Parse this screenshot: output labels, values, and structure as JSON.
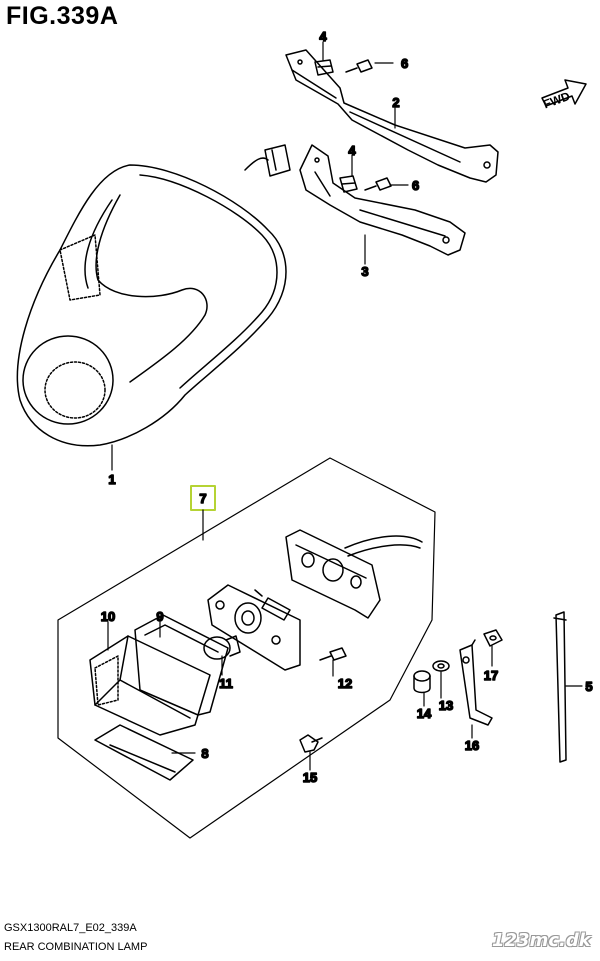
{
  "figure": {
    "title": "FIG.339A",
    "fwd_label": "FWD",
    "code": "GSX1300RAL7_E02_339A",
    "name": "REAR COMBINATION LAMP",
    "watermark": "123mc.dk",
    "highlight_color": "#b5d334"
  },
  "callouts": [
    "4",
    "6",
    "2",
    "4",
    "6",
    "3",
    "1",
    "7",
    "10",
    "9",
    "11",
    "12",
    "5",
    "17",
    "14",
    "13",
    "16",
    "8",
    "15"
  ]
}
